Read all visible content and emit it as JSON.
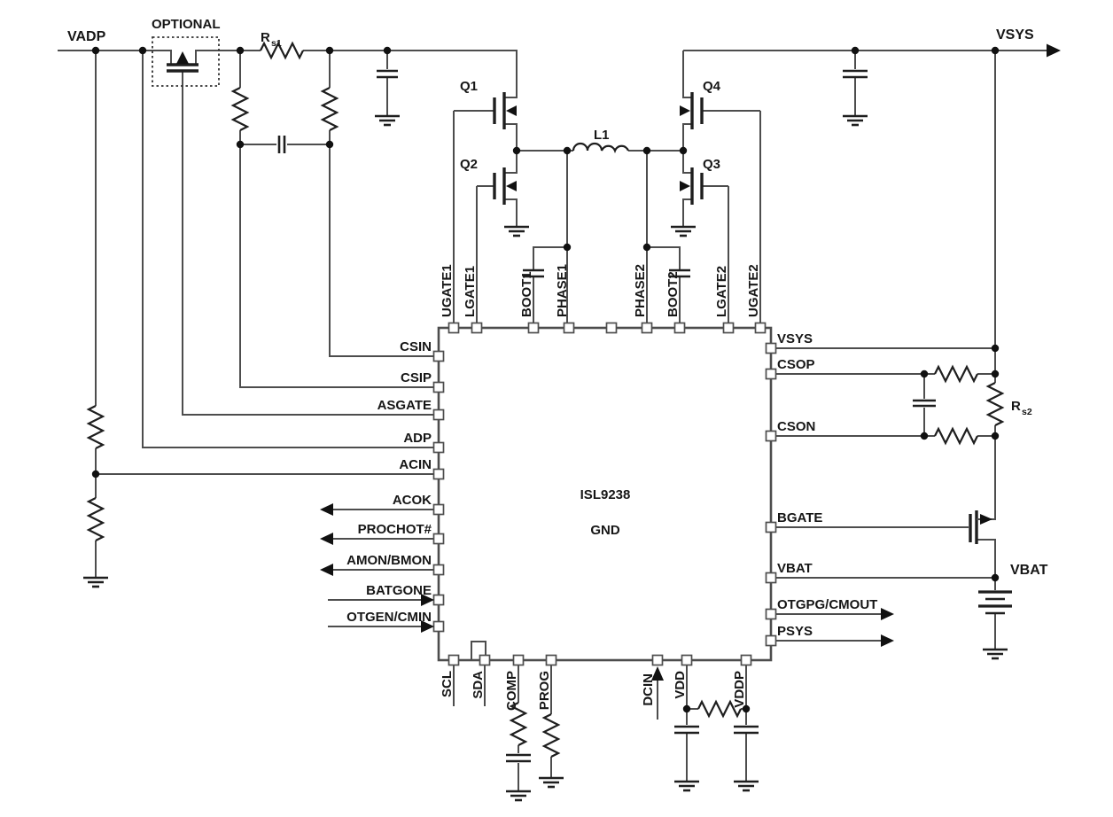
{
  "ic": {
    "part": "ISL9238",
    "gnd": "GND"
  },
  "nets": {
    "vadp": "VADP",
    "vsys": "VSYS",
    "vbat": "VBAT",
    "optional": "OPTIONAL"
  },
  "fets": {
    "q1": "Q1",
    "q2": "Q2",
    "q3": "Q3",
    "q4": "Q4"
  },
  "passives": {
    "l1": "L1",
    "rs1_r": "R",
    "rs1_sub": "s1",
    "rs2_r": "R",
    "rs2_sub": "s2"
  },
  "pins": {
    "top": [
      "UGATE1",
      "LGATE1",
      "BOOT1",
      "PHASE1",
      "PHASE2",
      "BOOT2",
      "LGATE2",
      "UGATE2"
    ],
    "left": [
      "CSIN",
      "CSIP",
      "ASGATE",
      "ADP",
      "ACIN",
      "ACOK",
      "PROCHOT#",
      "AMON/BMON",
      "BATGONE",
      "OTGEN/CMIN"
    ],
    "right": [
      "VSYS",
      "CSOP",
      "CSON",
      "BGATE",
      "VBAT",
      "OTGPG/CMOUT",
      "PSYS"
    ],
    "bottom": [
      "SCL",
      "SDA",
      "COMP",
      "PROG",
      "DCIN",
      "VDD",
      "VDDP"
    ]
  }
}
